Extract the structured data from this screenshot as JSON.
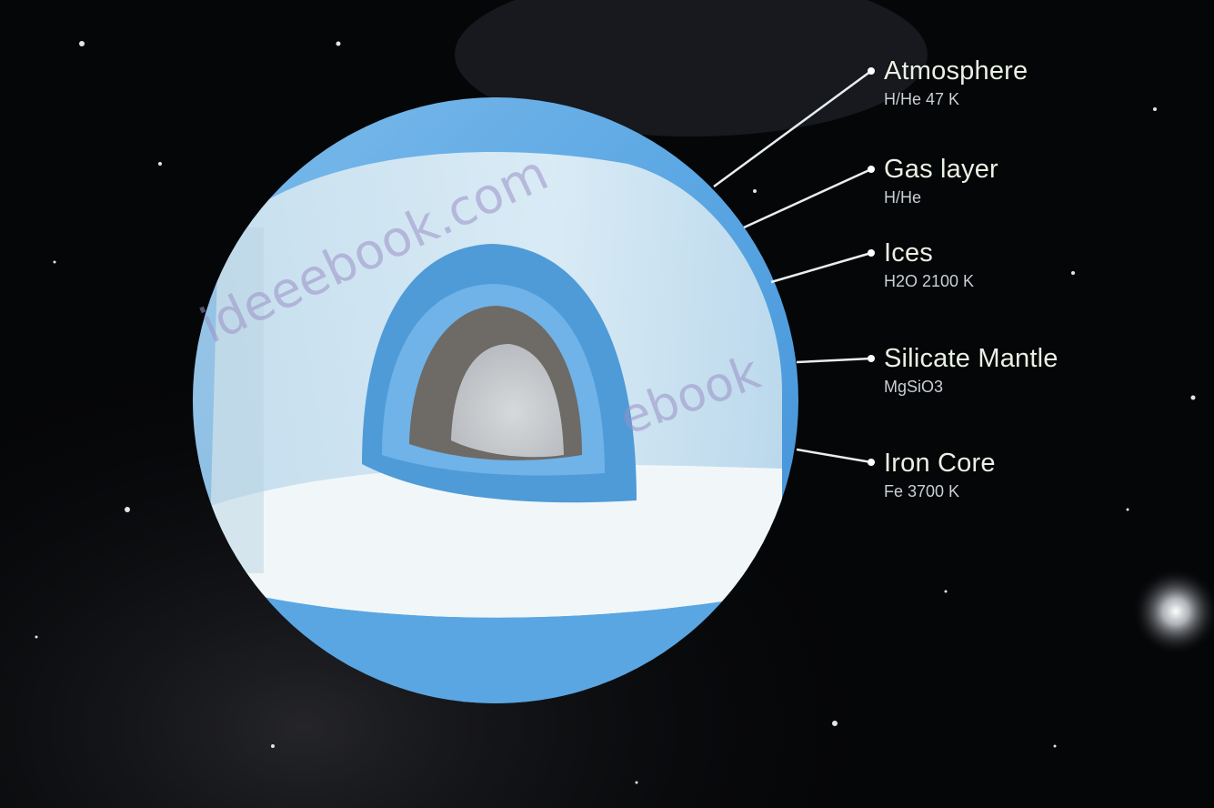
{
  "layers": [
    {
      "id": "atmosphere",
      "name": "Atmosphere",
      "detail": "H/He 47 K"
    },
    {
      "id": "gas-layer",
      "name": "Gas layer",
      "detail": "H/He"
    },
    {
      "id": "ices",
      "name": "Ices",
      "detail": "H2O 2100 K"
    },
    {
      "id": "silicate-mantle",
      "name": "Silicate Mantle",
      "detail": "MgSiO3"
    },
    {
      "id": "iron-core",
      "name": "Iron Core",
      "detail": "Fe 3700 K"
    }
  ],
  "watermark": {
    "primary": "ideeebook.com",
    "secondary": "ebook"
  },
  "colors": {
    "space": "#050608",
    "planet_outer": "#5fa8e4",
    "ice_shell": "#e6f1f6",
    "mantle": "#4f9bd8",
    "core_shell": "#6e6a66",
    "core": "#c9cdd0",
    "label_text": "#e9f0e4",
    "leader_line": "#e8eef0"
  }
}
